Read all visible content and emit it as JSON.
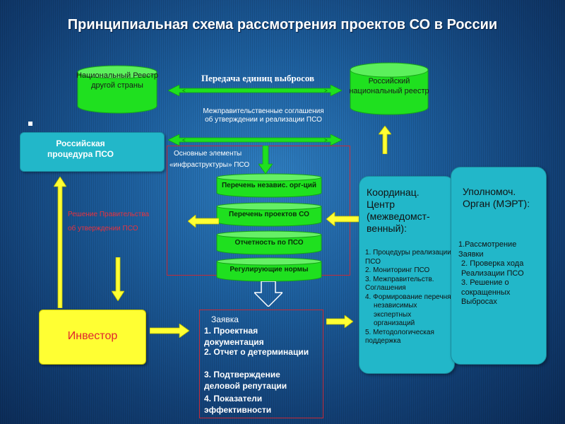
{
  "title": "Принципиальная схема рассмотрения проектов СО в России",
  "national_registry_other": "Национальный Реестр другой страны",
  "russian_registry": "Российский национальный реестр",
  "transfer_label": "Передача единиц выбросов",
  "intergov_label": "Межправительственные соглашения об утверждении и реализации ПСО",
  "russian_procedure": "Российская процедура ПСО",
  "infra_label_line1": "Основные элементы",
  "infra_label_line2": "«инфраструктуры» ПСО",
  "infrastructure_items": [
    "Перечень независ. орг-ций",
    "Перечень проектов СО",
    "Отчетность по ПСО",
    "Регулирующие нормы"
  ],
  "gov_decision_line1": "Решение Правительства",
  "gov_decision_line2": "об утверждении ПСО",
  "investor": "Инвестор",
  "application": {
    "heading": "Заявка",
    "items": [
      "1.  Проектная документация",
      "2. Отчет о детерминации",
      "3. Подтверждение деловой репутации",
      "4. Показатели эффективности"
    ]
  },
  "coordination_center": {
    "heading": "Координац. Центр (межведомст-венный):",
    "items": [
      "1.        Процедуры реализации ПСО",
      "2. Мониторинг ПСО",
      "3. Межправительств. Соглашения",
      "4. Формирование перечня",
      "независимых экспертных организаций",
      "5. Методологическая поддержка"
    ]
  },
  "authorized_body": {
    "heading": "Уполномоч. Орган (МЭРТ):",
    "items": [
      "1.Рассмотрение Заявки",
      "2. Проверка хода Реализации ПСО",
      "3. Решение о сокращенных Выбросах"
    ]
  },
  "colors": {
    "green": "#1fe01f",
    "cyan": "#22b7c9",
    "yellow": "#ffff33",
    "red_frame": "#c62a37",
    "title": "#ffffff"
  }
}
